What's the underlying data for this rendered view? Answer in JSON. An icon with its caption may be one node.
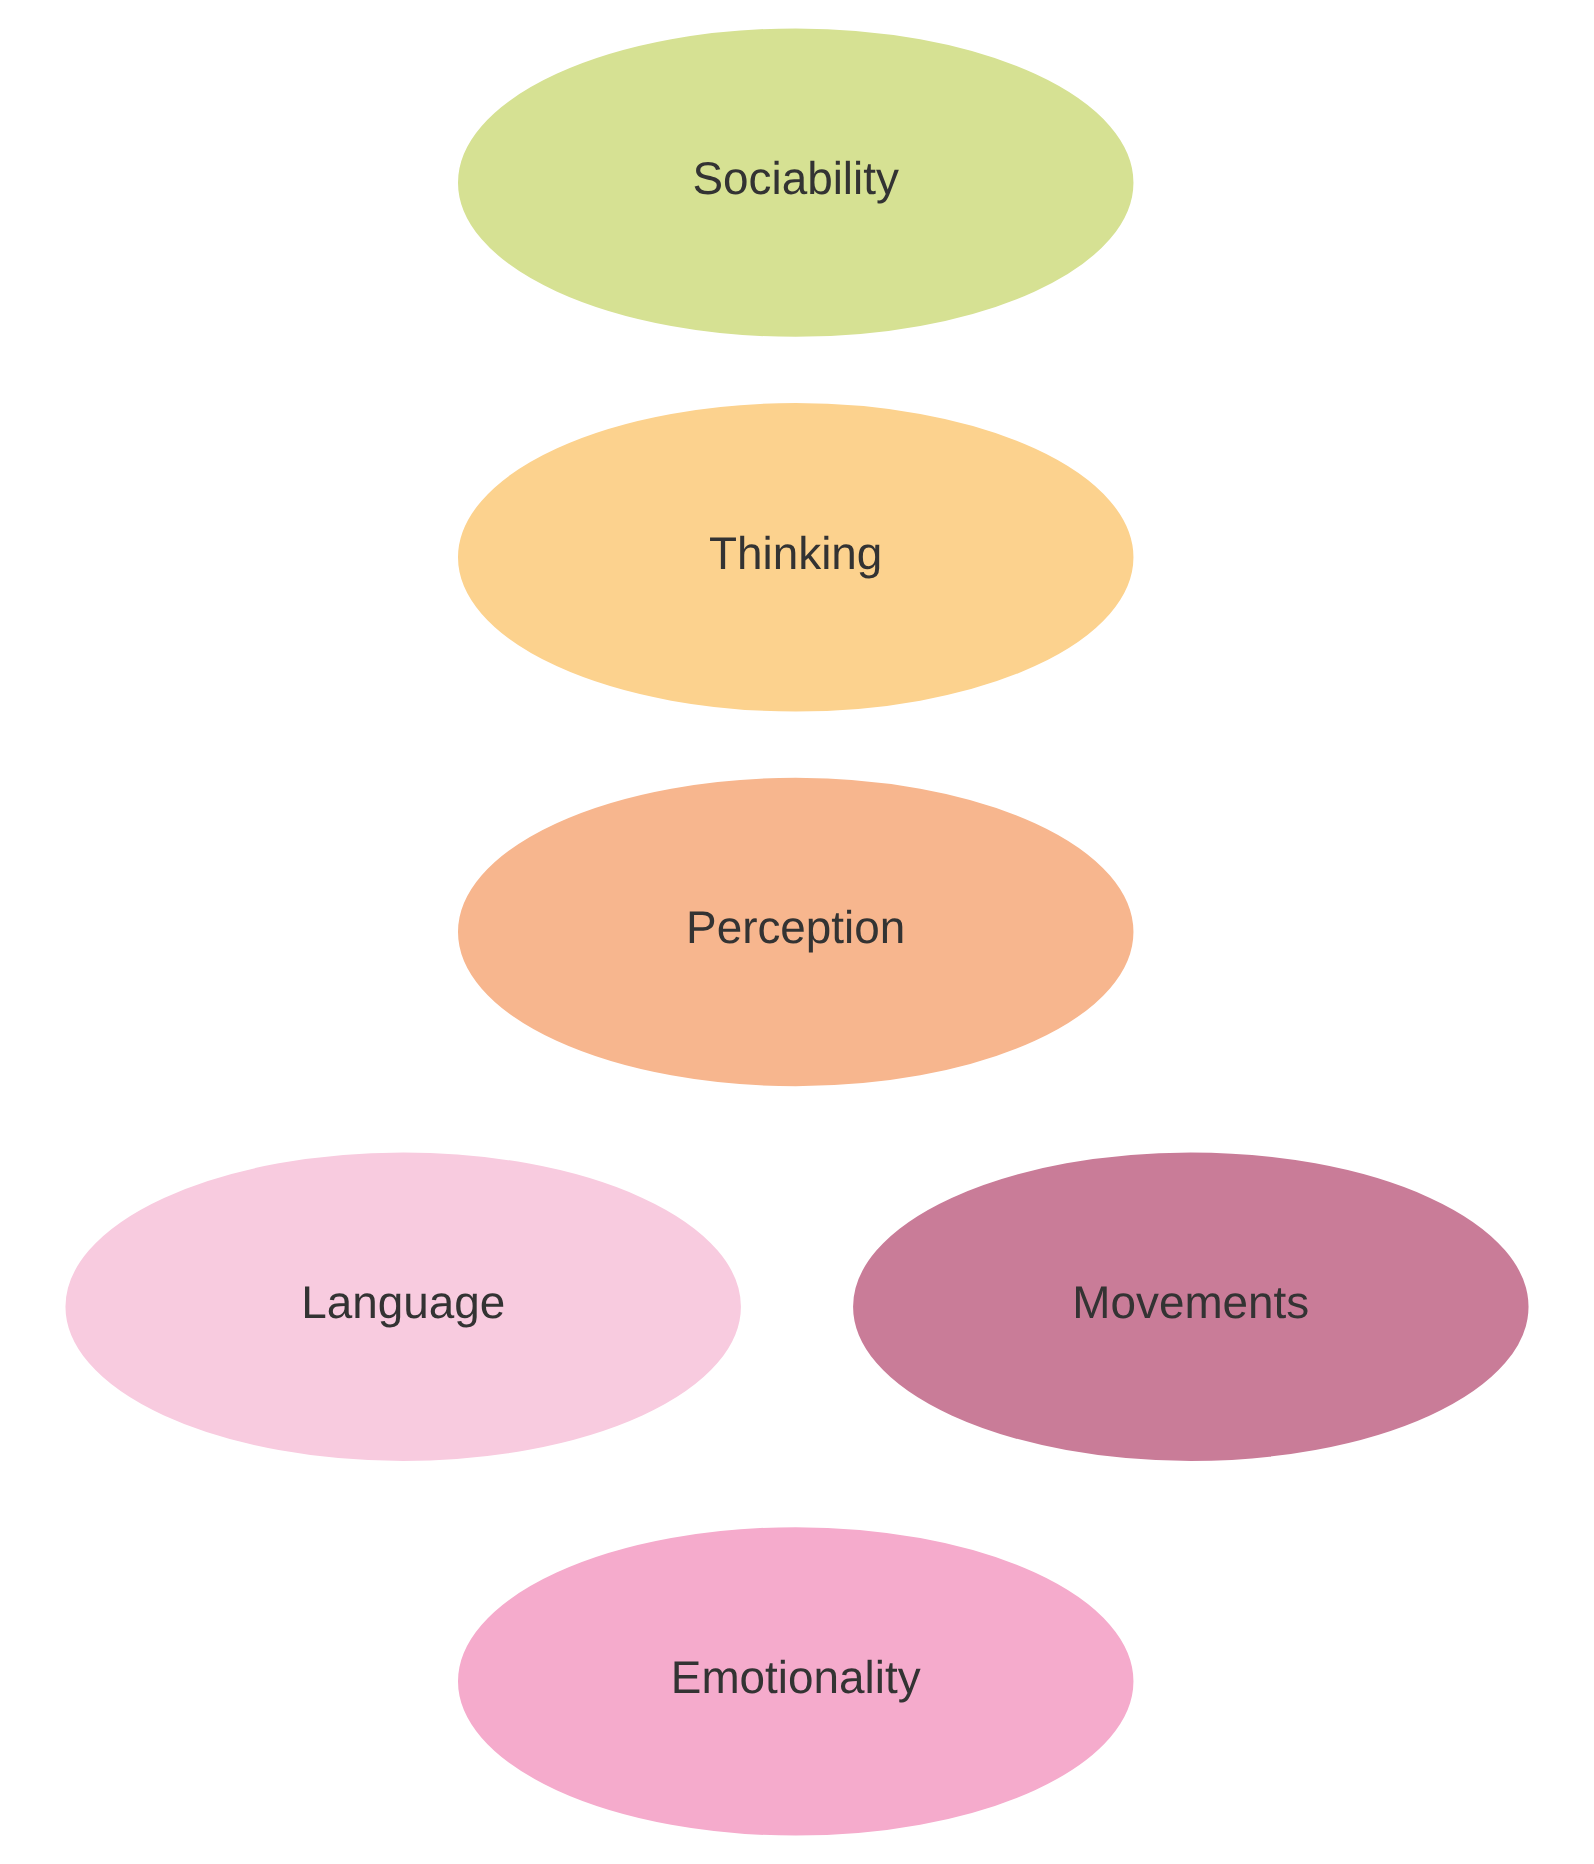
{
  "diagram": {
    "nodes": [
      {
        "text": [
          "Sociability"
        ]
      },
      {
        "text": [
          "Thinking"
        ]
      },
      {
        "text": [
          "Perception"
        ]
      },
      {
        "text": [
          "Language"
        ]
      },
      {
        "text": [
          "Movements"
        ]
      },
      {
        "text": [
          "Emotionality"
        ]
      }
    ]
  }
}
